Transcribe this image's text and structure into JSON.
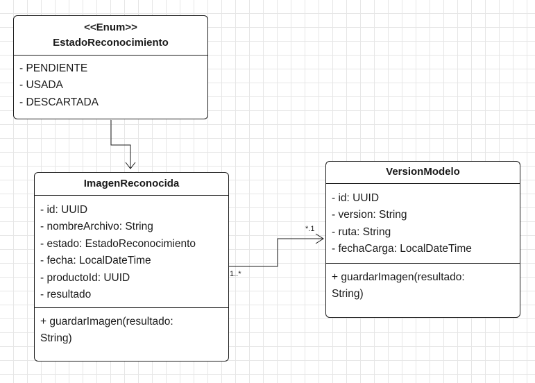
{
  "enum_box": {
    "stereotype": "<<Enum>>",
    "name": "EstadoReconocimiento",
    "values": [
      "- PENDIENTE",
      "- USADA",
      "- DESCARTADA"
    ]
  },
  "imagen_box": {
    "name": "ImagenReconocida",
    "attributes": [
      "- id: UUID",
      "- nombreArchivo: String",
      "- estado: EstadoReconocimiento",
      "- fecha: LocalDateTime",
      "- productoId: UUID",
      "- resultado"
    ],
    "operation_line1": "+ guardarImagen(resultado:",
    "operation_line2": "String)"
  },
  "version_box": {
    "name": "VersionModelo",
    "attributes": [
      "- id: UUID",
      "- version: String",
      "- ruta: String",
      "- fechaCarga: LocalDateTime"
    ],
    "operation_line1": "+ guardarImagen(resultado:",
    "operation_line2": "String)"
  },
  "association": {
    "source_multiplicity": "1..*",
    "target_multiplicity": "*.1"
  },
  "colors": {
    "line": "#1a1a1a",
    "grid": "#e6e6e6",
    "box_fill": "#ffffff"
  }
}
